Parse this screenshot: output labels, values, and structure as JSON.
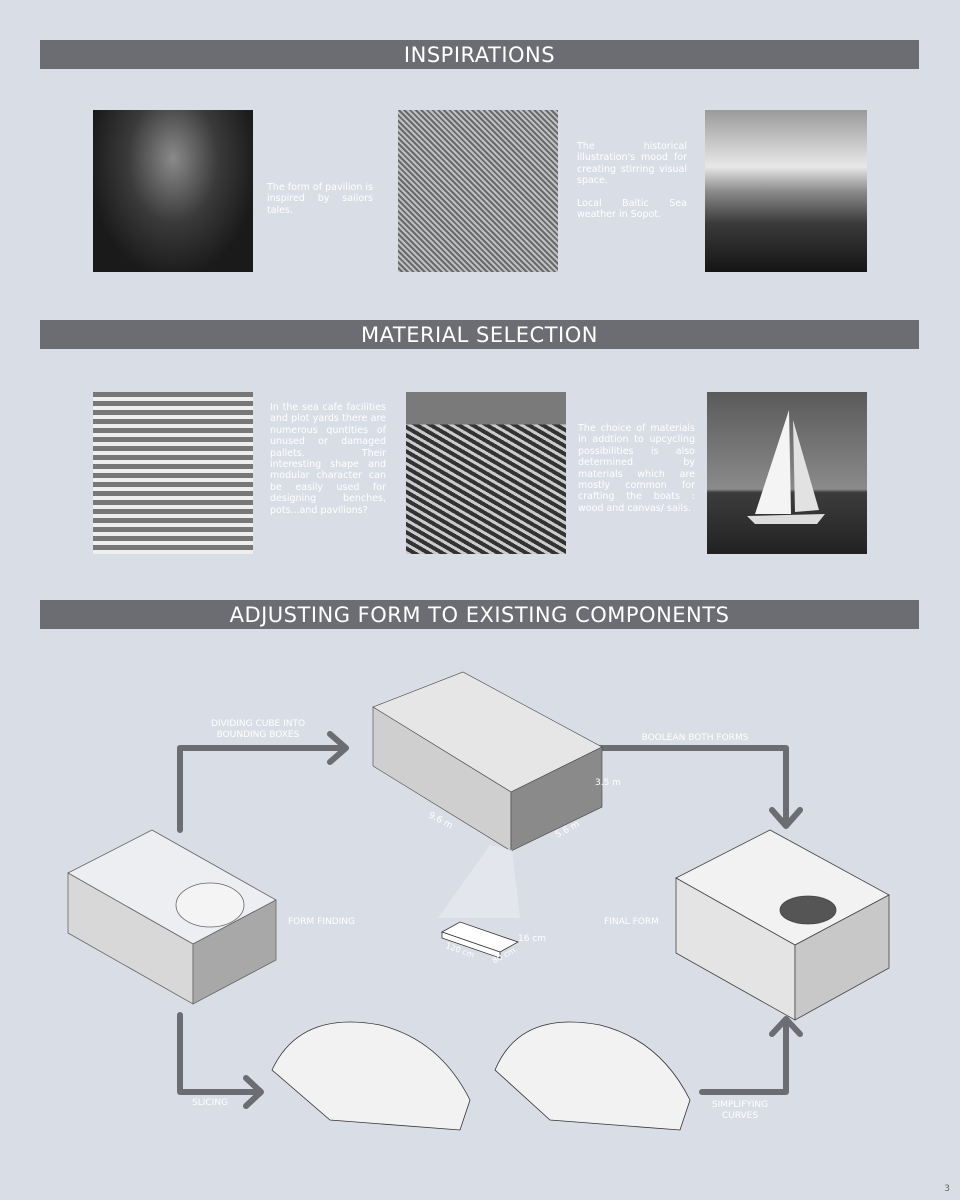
{
  "sections": {
    "inspirations": {
      "title": "INSPIRATIONS",
      "text1": "The form of pavilion is inspired by sailors tales.",
      "text2a": "The historical illustration's mood for creating stirring visual space.",
      "text2b": "Local Baltic Sea weather in Sopot."
    },
    "materials": {
      "title": "MATERIAL SELECTION",
      "text1": "In the sea cafe facilities and plot yards there are numerous quntities of unused or damaged pallets. Their interesting shape and modular character can be easily used for designing benches, pots...and pavilions?",
      "text2": "The choice of materials in addtion to upcycling possibilities is also determined by materials which are mostly common for crafting the boats : wood and canvas/ sails."
    },
    "adjusting": {
      "title": "ADJUSTING FORM TO EXISTING COMPONENTS",
      "labels": {
        "dividing": "DIVIDING CUBE INTO  BOUNDING BOXES",
        "boolean": "BOOLEAN BOTH FORMS",
        "form_finding": "FORM FINDING",
        "final_form": "FINAL FORM",
        "slicing": "SLICING",
        "simplifying": "SIMPLIFYING CURVES"
      },
      "dimensions": {
        "height": "3.5 m",
        "length": "9.6 m",
        "width": "5.6 m",
        "pallet_height": "16 cm",
        "pallet_length": "120 cm",
        "pallet_width": "80 cm"
      }
    }
  },
  "page_number": "3",
  "colors": {
    "background": "#d9dde6",
    "header_bar": "#6b6d72",
    "arrow": "#6b6d72"
  }
}
